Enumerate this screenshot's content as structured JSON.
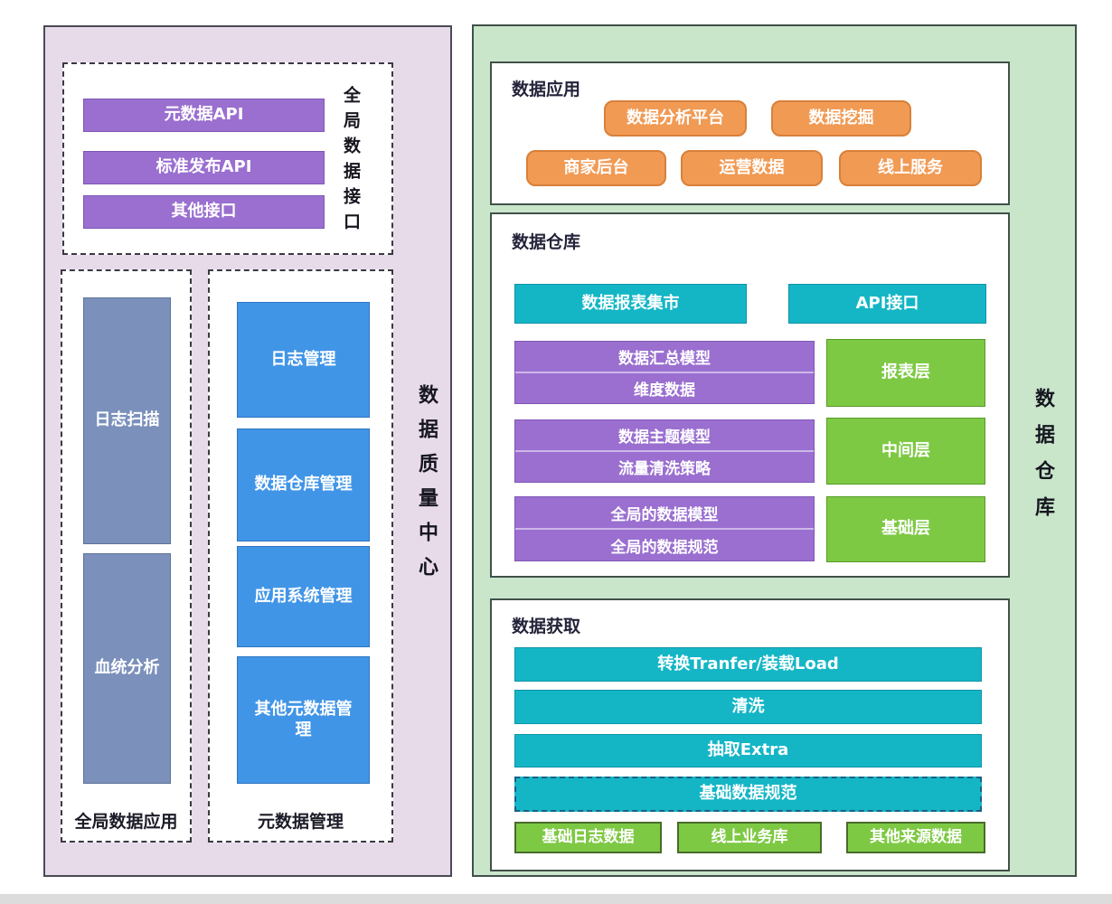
{
  "left_panel": {
    "vertical_label": "数据质量中心",
    "interface_group": {
      "vertical_label": "全局数据接口",
      "items": [
        "元数据API",
        "标准发布API",
        "其他接口"
      ]
    },
    "app_group": {
      "label": "全局数据应用",
      "items": [
        "日志扫描",
        "血统分析"
      ]
    },
    "metadata_group": {
      "label": "元数据管理",
      "items": [
        "日志管理",
        "数据仓库管理",
        "应用系统管理",
        "其他元数据管理"
      ]
    }
  },
  "right_panel": {
    "vertical_label": "数据仓库",
    "data_application": {
      "title": "数据应用",
      "row1": [
        "数据分析平台",
        "数据挖掘"
      ],
      "row2": [
        "商家后台",
        "运营数据",
        "线上服务"
      ]
    },
    "data_warehouse": {
      "title": "数据仓库",
      "top_row": [
        "数据报表集市",
        "API接口"
      ],
      "model_rows": [
        {
          "top": "数据汇总模型",
          "bottom": "维度数据",
          "layer": "报表层"
        },
        {
          "top": "数据主题模型",
          "bottom": "流量清洗策略",
          "layer": "中间层"
        },
        {
          "top": "全局的数据模型",
          "bottom": "全局的数据规范",
          "layer": "基础层"
        }
      ]
    },
    "data_acquisition": {
      "title": "数据获取",
      "bars": [
        "转换Tranfer/装载Load",
        "清洗",
        "抽取Extra"
      ],
      "dashed_bar": "基础数据规范",
      "sources": [
        "基础日志数据",
        "线上业务库",
        "其他来源数据"
      ]
    }
  },
  "colors": {
    "left_panel_bg": "#e8dbe9",
    "right_panel_bg": "#c9e6cb",
    "purple_box": "#9a6fd0",
    "grayblue_box": "#7b90bb",
    "blue_box": "#4195e7",
    "orange_box": "#f19a54",
    "cyan_box": "#14b6c6",
    "green_box": "#7ec944"
  }
}
